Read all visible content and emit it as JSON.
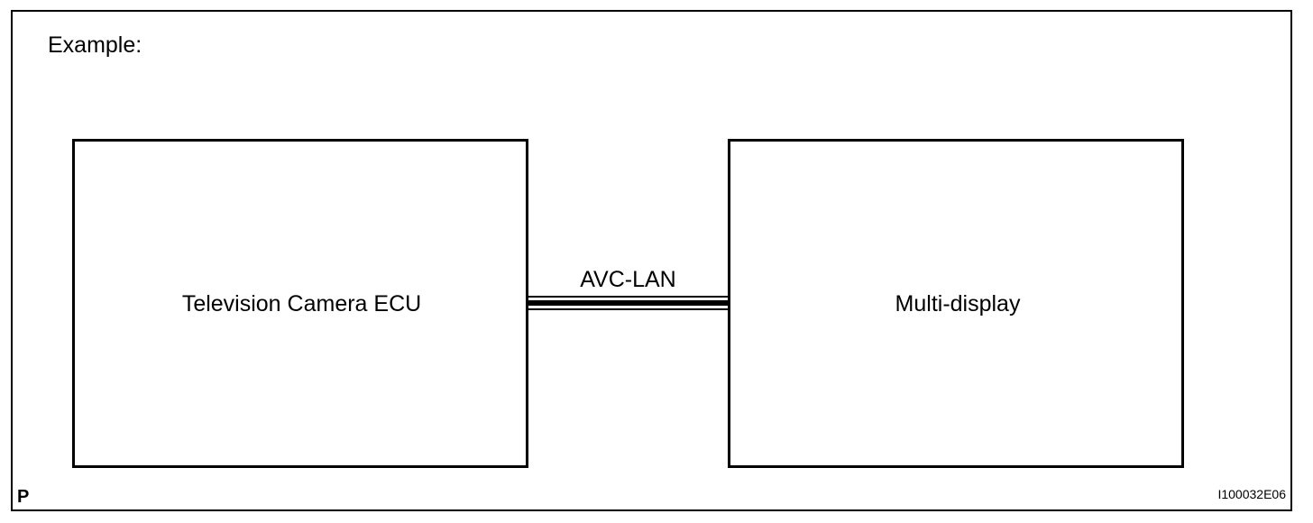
{
  "diagram": {
    "heading": "Example:",
    "nodes": [
      {
        "id": "ecu",
        "label": "Television Camera ECU"
      },
      {
        "id": "display",
        "label": "Multi-display"
      }
    ],
    "connection": {
      "from": "ecu",
      "to": "display",
      "label": "AVC-LAN"
    },
    "footer": {
      "page_letter": "P",
      "figure_code": "I100032E06"
    }
  }
}
